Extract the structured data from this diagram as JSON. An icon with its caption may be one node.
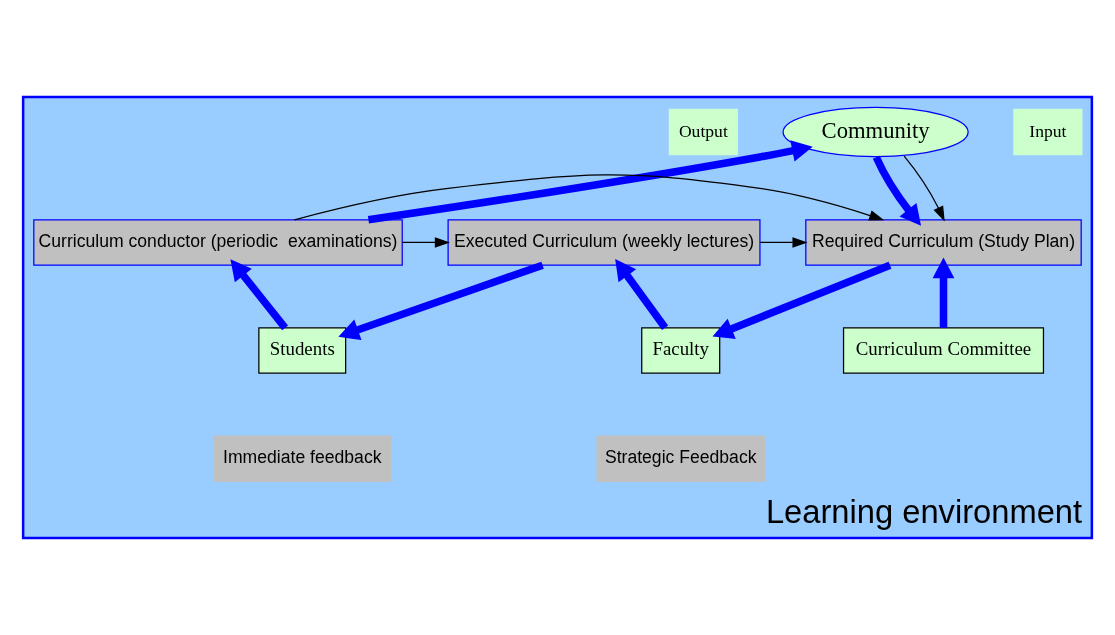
{
  "diagram": {
    "nodes": [
      {
        "text": [
          "Learning environment"
        ]
      },
      {
        "text": [
          "Community"
        ],
        "in": 0
      },
      {
        "text": [
          "Output"
        ],
        "in": 0
      },
      {
        "text": [
          "Input"
        ],
        "in": 0
      },
      {
        "text": [
          "Curriculum conductor (periodic  examinations)"
        ],
        "in": 0
      },
      {
        "text": [
          "Executed Curriculum (weekly lectures)"
        ],
        "in": 0
      },
      {
        "text": [
          "Required Curriculum (Study Plan)"
        ],
        "in": 0
      },
      {
        "text": [
          "Students"
        ],
        "in": 0
      },
      {
        "text": [
          "Faculty"
        ],
        "in": 0
      },
      {
        "text": [
          "Curriculum Committee"
        ],
        "in": 0
      },
      {
        "text": [
          "Immediate feedback"
        ],
        "in": 0
      },
      {
        "text": [
          "Strategic Feedback"
        ],
        "in": 0
      }
    ],
    "edges": [
      {
        "from": 4,
        "to": 1,
        "arrow": "to"
      },
      {
        "from": 1,
        "to": 6,
        "arrow": "to"
      },
      {
        "from": 7,
        "to": 4,
        "arrow": "to"
      },
      {
        "from": 5,
        "to": 7,
        "arrow": "to"
      },
      {
        "from": 8,
        "to": 5,
        "arrow": "to"
      },
      {
        "from": 6,
        "to": 8,
        "arrow": "to"
      },
      {
        "from": 9,
        "to": 6,
        "arrow": "to"
      },
      {
        "from": 4,
        "to": 5,
        "arrow": "to",
        "color": "#000000"
      },
      {
        "from": 5,
        "to": 6,
        "arrow": "to",
        "color": "#000000"
      },
      {
        "from": 4,
        "to": 6,
        "arrow": "to",
        "color": "#000000"
      },
      {
        "from": 1,
        "to": 6,
        "arrow": "to",
        "color": "#000000"
      }
    ]
  }
}
